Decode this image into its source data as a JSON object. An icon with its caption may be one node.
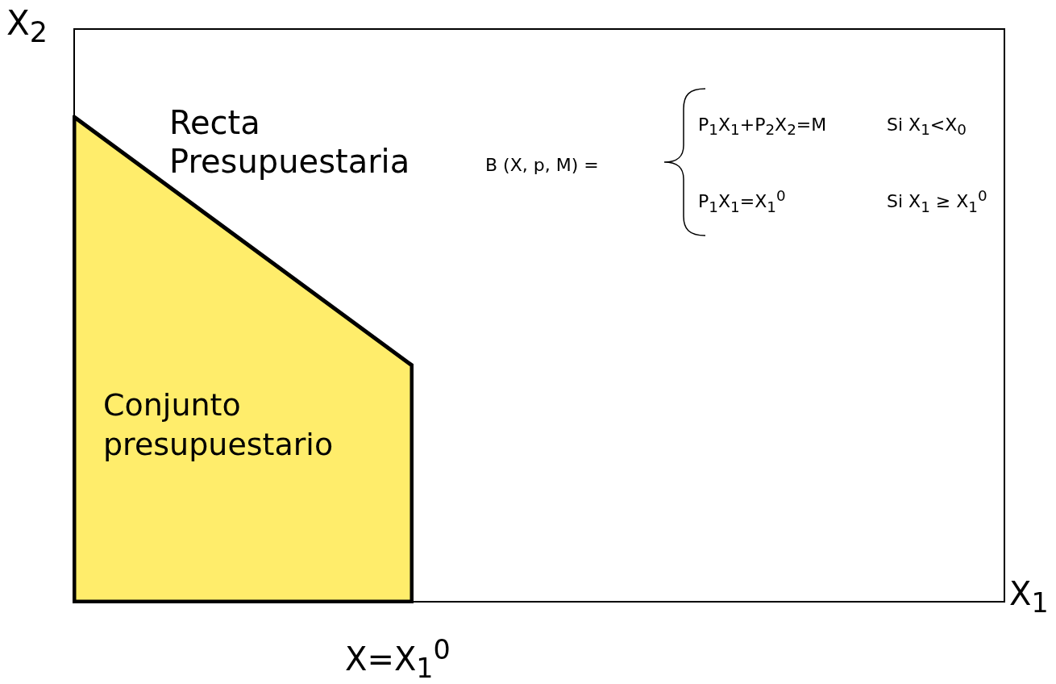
{
  "diagram": {
    "nodes": [
      {
        "text": [
          "Conjunto presupuestario"
        ]
      }
    ],
    "labels": [
      "X$_{2}$",
      "Recta Presupuestaria",
      "B (X, p, M) =",
      "P$_{1}$X$_{1}$+P$_{2}$X$_{2}$=M",
      "Si X$_{1}$<X$_{0}$",
      "P$_{1}$X$_{1}$=X$_{1}$$^{0}$",
      "Si X$_{1}$ ≥ X$_{1}$$^{0}$",
      "X$_{1}$",
      "X=X$_{1}$$^{0}$"
    ]
  }
}
